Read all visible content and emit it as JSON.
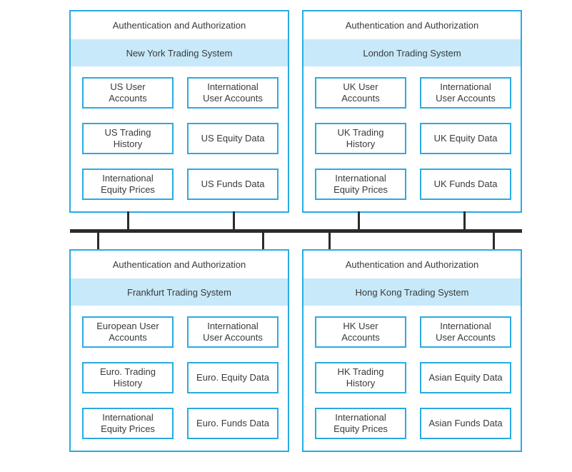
{
  "colors": {
    "accent_border": "#29abe2",
    "titlebar_fill": "#c7e9f9",
    "bus_line": "#2b2b2b",
    "text": "#3a3a3a"
  },
  "panels": [
    {
      "id": "new-york",
      "auth_label": "Authentication and Authorization",
      "title": "New York Trading System",
      "boxes": [
        "US User\nAccounts",
        "International\nUser Accounts",
        "US Trading\nHistory",
        "US Equity Data",
        "International\nEquity Prices",
        "US Funds Data"
      ]
    },
    {
      "id": "london",
      "auth_label": "Authentication and Authorization",
      "title": "London Trading System",
      "boxes": [
        "UK User\nAccounts",
        "International\nUser Accounts",
        "UK Trading\nHistory",
        "UK Equity Data",
        "International\nEquity Prices",
        "UK Funds Data"
      ]
    },
    {
      "id": "frankfurt",
      "auth_label": "Authentication and Authorization",
      "title": "Frankfurt Trading System",
      "boxes": [
        "European User\nAccounts",
        "International\nUser Accounts",
        "Euro. Trading\nHistory",
        "Euro. Equity Data",
        "International\nEquity Prices",
        "Euro. Funds Data"
      ]
    },
    {
      "id": "hong-kong",
      "auth_label": "Authentication and Authorization",
      "title": "Hong Kong Trading System",
      "boxes": [
        "HK User\nAccounts",
        "International\nUser Accounts",
        "HK Trading\nHistory",
        "Asian Equity Data",
        "International\nEquity Prices",
        "Asian Funds Data"
      ]
    }
  ]
}
